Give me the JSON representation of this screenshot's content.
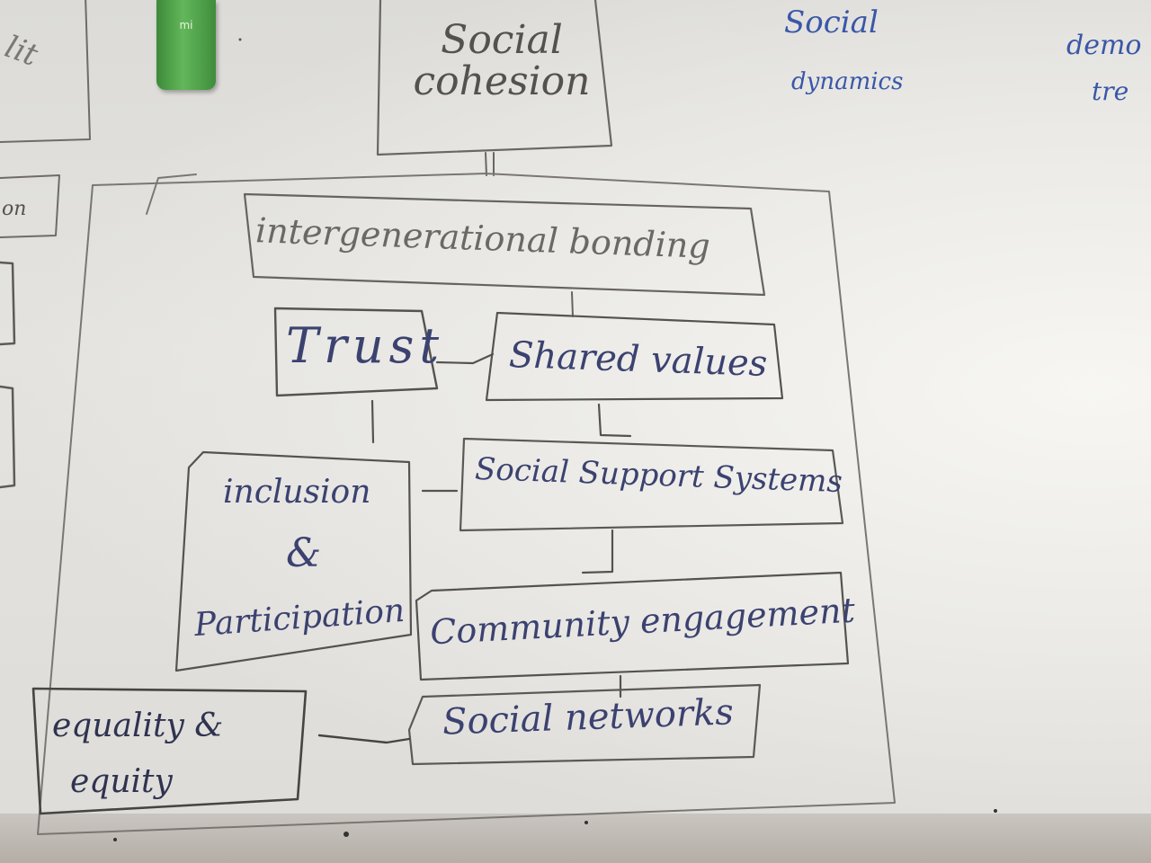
{
  "diagram": {
    "root_node": "Social cohesion",
    "nodes": {
      "intergenerational": "intergenerational bonding",
      "trust": "Trust",
      "shared_values": "Shared values",
      "support": "Social Support Systems",
      "inclusion": {
        "line1": "inclusion",
        "line2": "&",
        "line3": "Participation"
      },
      "engagement": "Community engagement",
      "networks": "Social networks",
      "equality": {
        "line1": "equality &",
        "line2": "equity"
      }
    }
  },
  "background_notes": {
    "social_dynamics": {
      "line1": "Social",
      "line2": "dynamics"
    },
    "demo": {
      "line1": "demo",
      "line2": "tre"
    },
    "left_fragment_top": "lit",
    "left_fragment_mid": "on"
  },
  "marker": {
    "label": "mi",
    "color": "#4fa84a"
  },
  "colors": {
    "board": "#e4e3df",
    "pencil": "#54524f",
    "ink": "#3b4270",
    "blue_marker": "#3a57a8"
  }
}
